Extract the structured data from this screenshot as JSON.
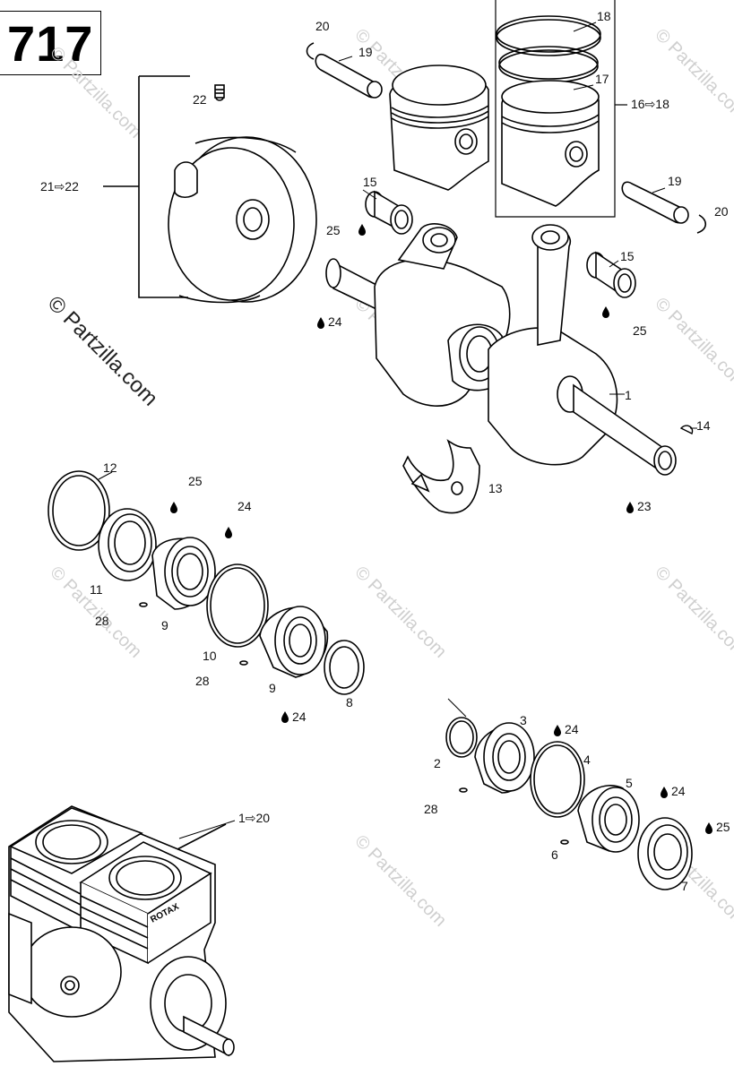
{
  "diagram": {
    "page_number": "717",
    "watermark": "© Partzilla.com",
    "accent_color": "#000000",
    "watermark_color": "#cfcfcf",
    "callouts": {
      "c1": "1",
      "c2": "2",
      "c3": "3",
      "c4": "4",
      "c5": "5",
      "c6": "6",
      "c7": "7",
      "c8": "8",
      "c9a": "9",
      "c9b": "9",
      "c10": "10",
      "c11": "11",
      "c12": "12",
      "c13": "13",
      "c14": "14",
      "c15a": "15",
      "c15b": "15",
      "c16": "16⇨18",
      "c17": "17",
      "c18": "18",
      "c19a": "19",
      "c19b": "19",
      "c20a": "20",
      "c20b": "20",
      "c21": "21⇨22",
      "c22": "22",
      "c23": "23",
      "c24a": "24",
      "c24b": "24",
      "c24c": "24",
      "c24d": "24",
      "c24e": "24",
      "c25a": "25",
      "c25b": "25",
      "c25c": "25",
      "c25d": "25",
      "c28a": "28",
      "c28b": "28",
      "c28c": "28",
      "c1to20": "1⇨20"
    },
    "engine_brand": "ROTAX"
  }
}
